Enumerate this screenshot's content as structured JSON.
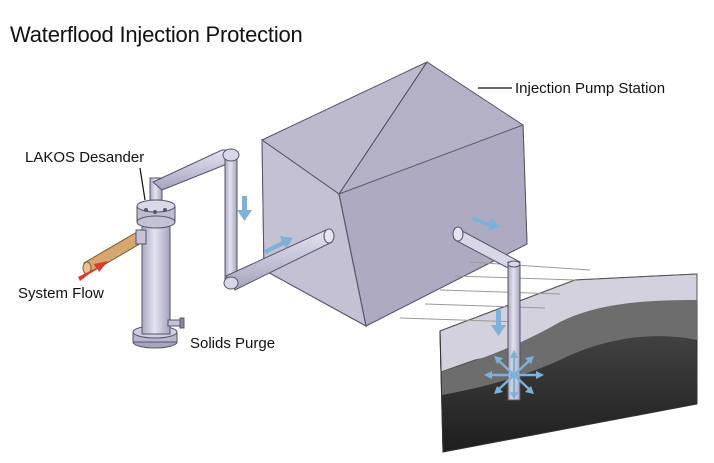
{
  "title": "Waterflood Injection Protection",
  "labels": {
    "pump_station": "Injection Pump Station",
    "desander": "LAKOS Desander",
    "system_flow": "System Flow",
    "solids_purge": "Solids Purge"
  },
  "colors": {
    "building_front": "#c3c0d2",
    "building_side": "#ada9c0",
    "pipe": "#c9c8dc",
    "flow_arrow": "#7fb1d6",
    "inlet_arrow": "#e23a2a",
    "inlet_pipe": "#d6a770",
    "ground_dark": "#2c2c2c"
  }
}
